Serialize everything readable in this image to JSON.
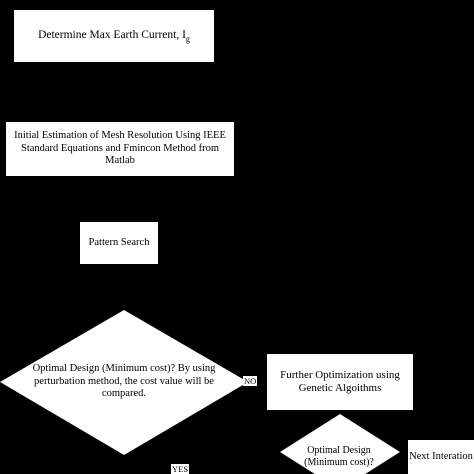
{
  "flowchart": {
    "step_max_current": {
      "text": "Determine Max Earth Current, I",
      "sub": "g"
    },
    "step_initial_estimation": "Initial Estimation of Mesh Resolution Using IEEE Standard Equations and Fmincon Method from Matlab",
    "step_pattern_search": "Pattern Search",
    "decision_optimal_1": "Optimal Design (Minimum cost)? By using perturbation method, the cost value will be compared.",
    "step_further_optimization": "Further Optimization using Genetic Algoithms",
    "decision_optimal_2": "Optimal Design (Minimum cost)?",
    "step_next_iteration": "Next Interation",
    "label_no": "NO",
    "label_yes": "YES"
  }
}
